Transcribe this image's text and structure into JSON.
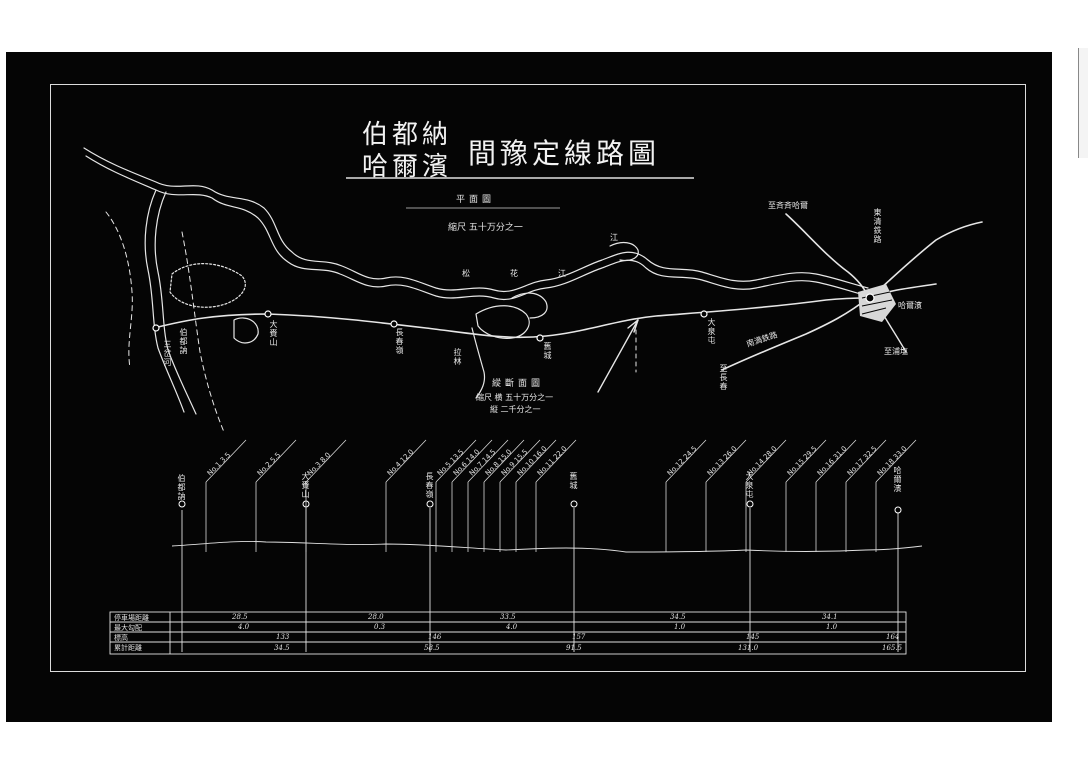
{
  "title": {
    "line1": "伯都納",
    "line2": "哈爾濱",
    "rest": "間豫定線路圖"
  },
  "plan_view": {
    "heading": "平面圖",
    "scale": "縮尺 五十万分之一"
  },
  "profile_view": {
    "heading": "縱斷面圖",
    "scale_h": "縮尺 横 五十万分之一",
    "scale_v": "縦 二千分之一"
  },
  "place_labels": {
    "bodune": "伯都訥",
    "sanchagou": "三岔河",
    "songhua": "松花江",
    "lajiao": "拉林",
    "harbin": "哈爾濱",
    "cn_rail": "東清鉄路",
    "south_manchuria": "南満鉄路",
    "to_changchun": "至長春",
    "to_qiqihar": "至斉斉哈爾",
    "to_vladivostok": "至浦塩",
    "daishan": "大賚山",
    "stA": "長春嶺",
    "stB": "舊城",
    "stC": "大泉屯",
    "jiang": "江"
  },
  "profile_stations": [
    "伯都訥",
    "大賚山",
    "長春嶺",
    "舊城",
    "大泉屯",
    "哈爾濱"
  ],
  "profile_ticks": [
    "No.1 3.5",
    "No.2 5.5",
    "No.3 8.0",
    "No.4 12.0",
    "No.5 13.5",
    "No.6 14.0",
    "No.7 14.5",
    "No.8 15.0",
    "No.9 15.5",
    "No.10 16.0",
    "No.11 22.0",
    "No.12 24.5",
    "No.13 26.0",
    "No.14 28.0",
    "No.15 29.5",
    "No.16 31.0",
    "No.17 32.5",
    "No.18 33.0"
  ],
  "table": {
    "row_labels": [
      "停車場距離",
      "最大勾配",
      "標高",
      "累計距離"
    ],
    "distances": [
      "28.5",
      "28.0",
      "33.5",
      "34.5",
      "34.1"
    ],
    "gradients": [
      "4.0",
      "0.3",
      "4.0",
      "1.0",
      "1.0"
    ],
    "elevations": [
      "133",
      "146",
      "157",
      "145",
      "164"
    ],
    "cumulative": [
      "34.5",
      "58.5",
      "91.5",
      "131.0",
      "165.5"
    ]
  },
  "colors": {
    "paper": "#ffffff",
    "sheet": "#050505",
    "ink": "#e8e8e8"
  }
}
